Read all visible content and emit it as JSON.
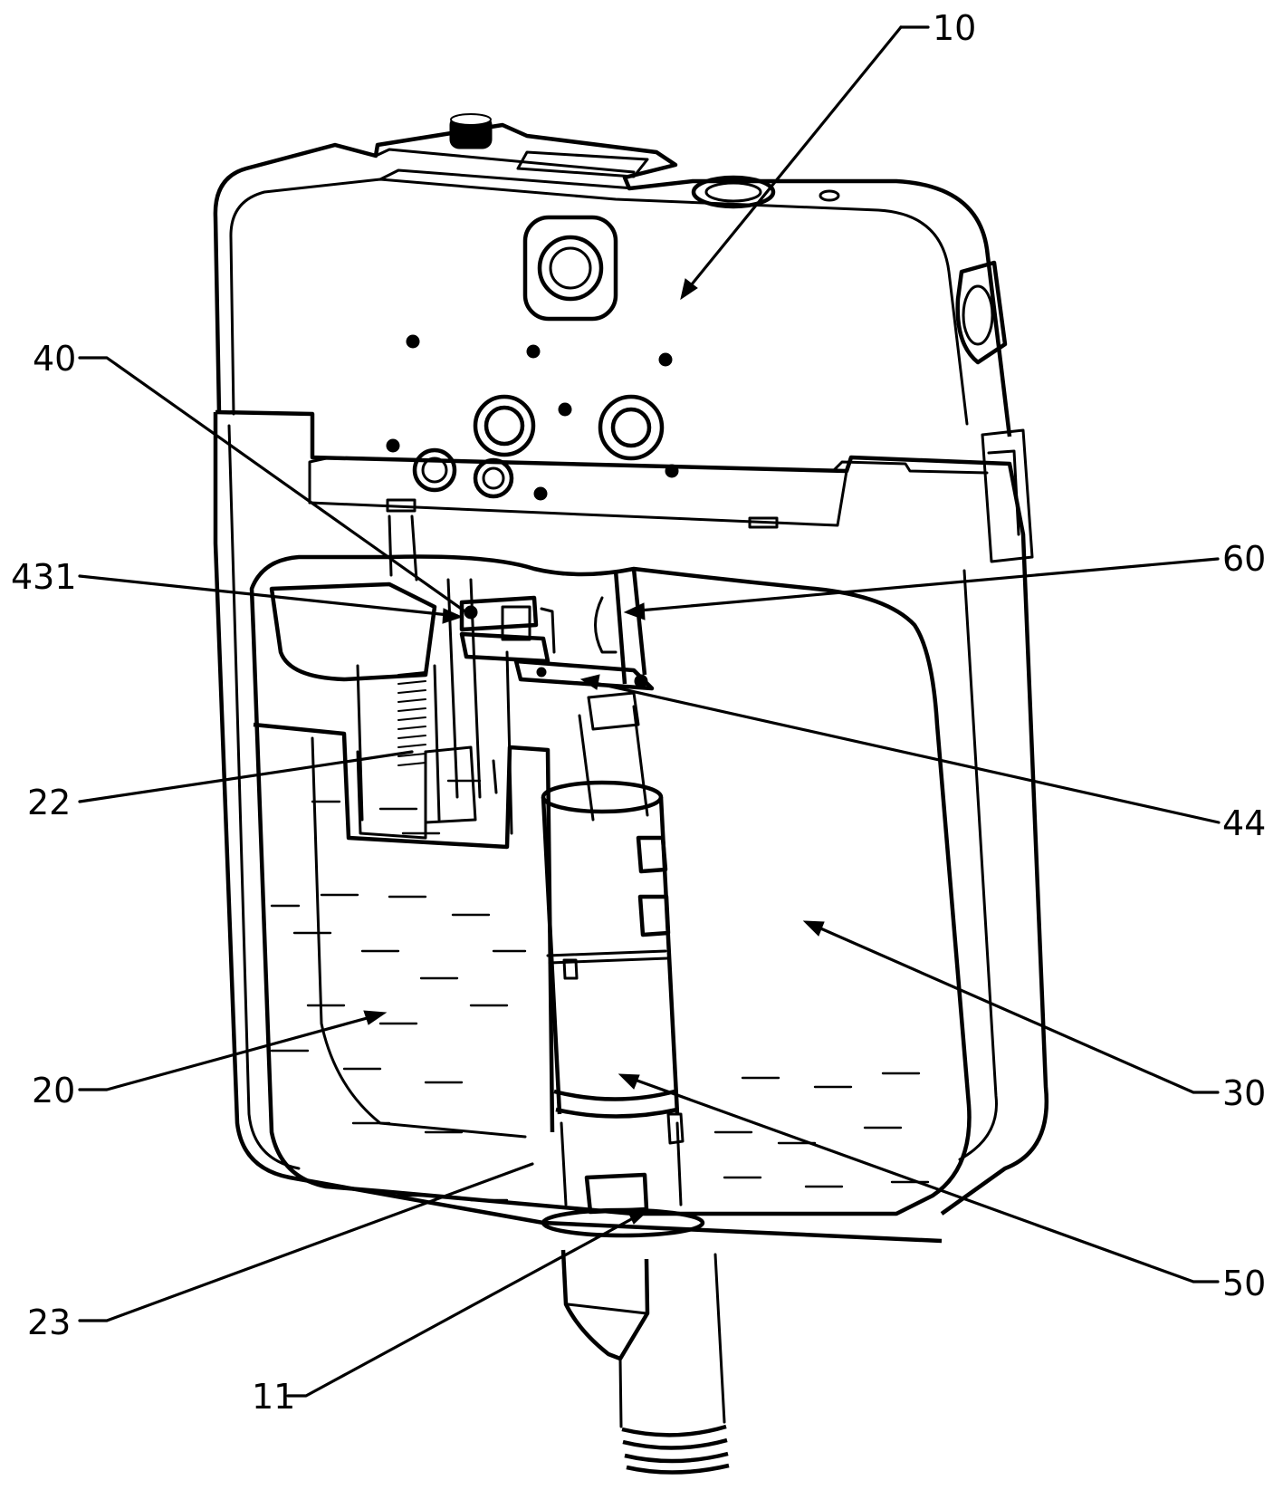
{
  "figure": {
    "type": "patent line drawing",
    "subject": "concealed flush cistern (tank) with cut-away view showing internal components"
  },
  "labels": [
    {
      "id": "10",
      "text": "10",
      "refers_to": "upper housing / cover"
    },
    {
      "id": "40",
      "text": "40",
      "refers_to": "control mechanism"
    },
    {
      "id": "431",
      "text": "431",
      "refers_to": "mechanism sub-part"
    },
    {
      "id": "60",
      "text": "60",
      "refers_to": "vertical rod / guide"
    },
    {
      "id": "22",
      "text": "22",
      "refers_to": "inner chamber wall"
    },
    {
      "id": "44",
      "text": "44",
      "refers_to": "lever arm"
    },
    {
      "id": "30",
      "text": "30",
      "refers_to": "main water chamber"
    },
    {
      "id": "20",
      "text": "20",
      "refers_to": "auxiliary water chamber"
    },
    {
      "id": "50",
      "text": "50",
      "refers_to": "flush valve"
    },
    {
      "id": "23",
      "text": "23",
      "refers_to": "chamber bottom opening"
    },
    {
      "id": "11",
      "text": "11",
      "refers_to": "drain outlet"
    }
  ]
}
